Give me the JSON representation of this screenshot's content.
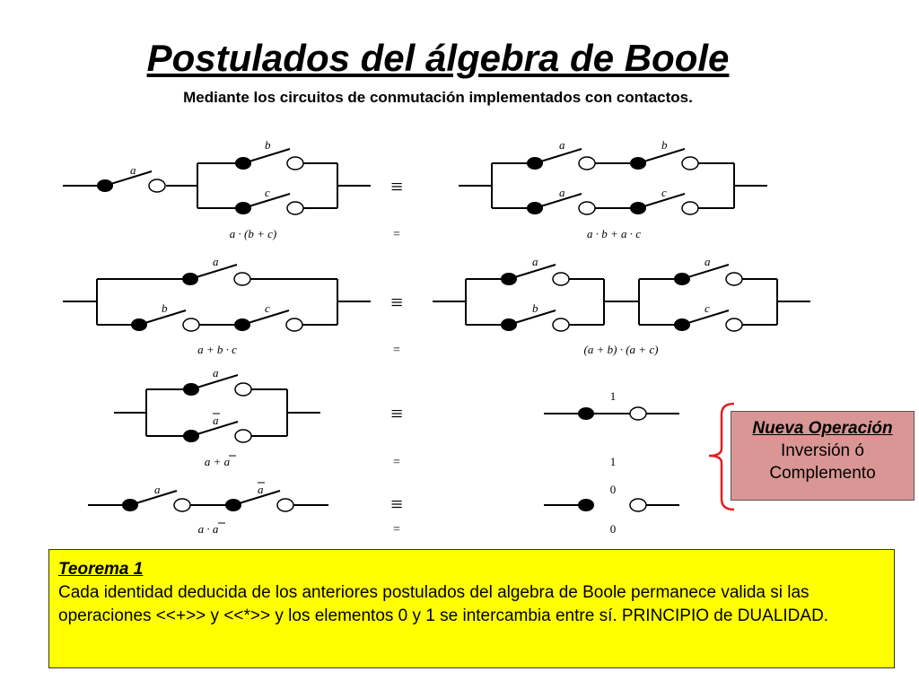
{
  "header": {
    "title": "Postulados del álgebra de Boole",
    "subtitle": "Mediante los circuitos de conmutación implementados con contactos"
  },
  "equivalence_symbol": "≡",
  "equals_symbol": "=",
  "rows": [
    {
      "left_labels": [
        "a",
        "b",
        "c"
      ],
      "left_expression": "a · (b + c)",
      "right_labels": [
        "a",
        "b",
        "a",
        "c"
      ],
      "right_expression": "a · b + a · c"
    },
    {
      "left_labels": [
        "a",
        "b",
        "c"
      ],
      "left_expression": "a + b · c",
      "right_labels": [
        "a",
        "b",
        "a",
        "c"
      ],
      "right_expression": "(a + b) · (a + c)"
    },
    {
      "left_labels": [
        "a",
        "a"
      ],
      "left_expression": "a + a",
      "right_label": "1",
      "right_expression": "1"
    },
    {
      "left_labels": [
        "a",
        "a"
      ],
      "left_expression": "a · a",
      "right_label": "0",
      "right_expression": "0"
    }
  ],
  "note": {
    "title": "Nueva Operación",
    "line1": "Inversión ó",
    "line2": "Complemento",
    "bracket_color": "#e02020",
    "background": "#d99694"
  },
  "theorem": {
    "title": "Teorema 1",
    "text": "Cada identidad deducida de los anteriores postulados del algebra de Boole permanece valida si las operaciones <<+>> y <<*>> y los elementos 0 y 1 se intercambia entre sí. PRINCIPIO de DUALIDAD.",
    "background": "#ffff00"
  }
}
